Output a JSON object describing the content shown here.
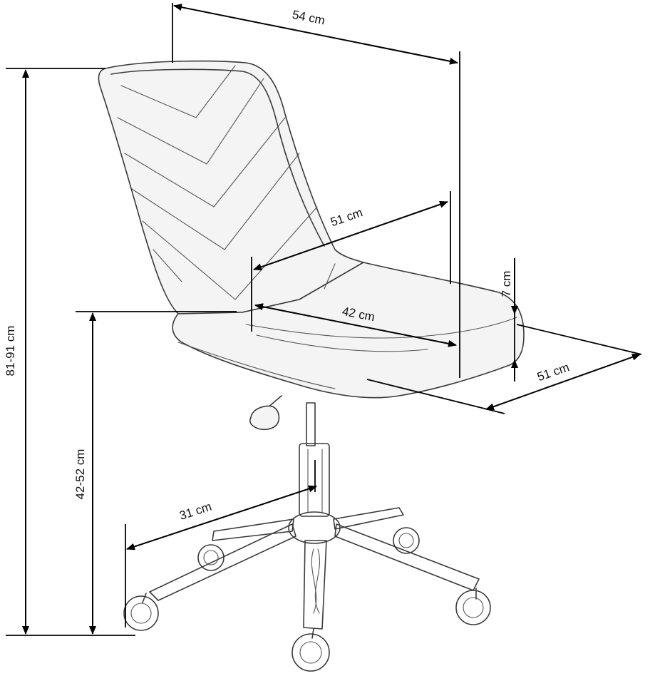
{
  "dimensions": {
    "width_top": "54 cm",
    "total_height": "81-91 cm",
    "seat_height": "42-52 cm",
    "back_width": "51 cm",
    "seat_depth": "42 cm",
    "seat_thickness": "7 cm",
    "seat_width": "51 cm",
    "base_radius": "31 cm"
  }
}
